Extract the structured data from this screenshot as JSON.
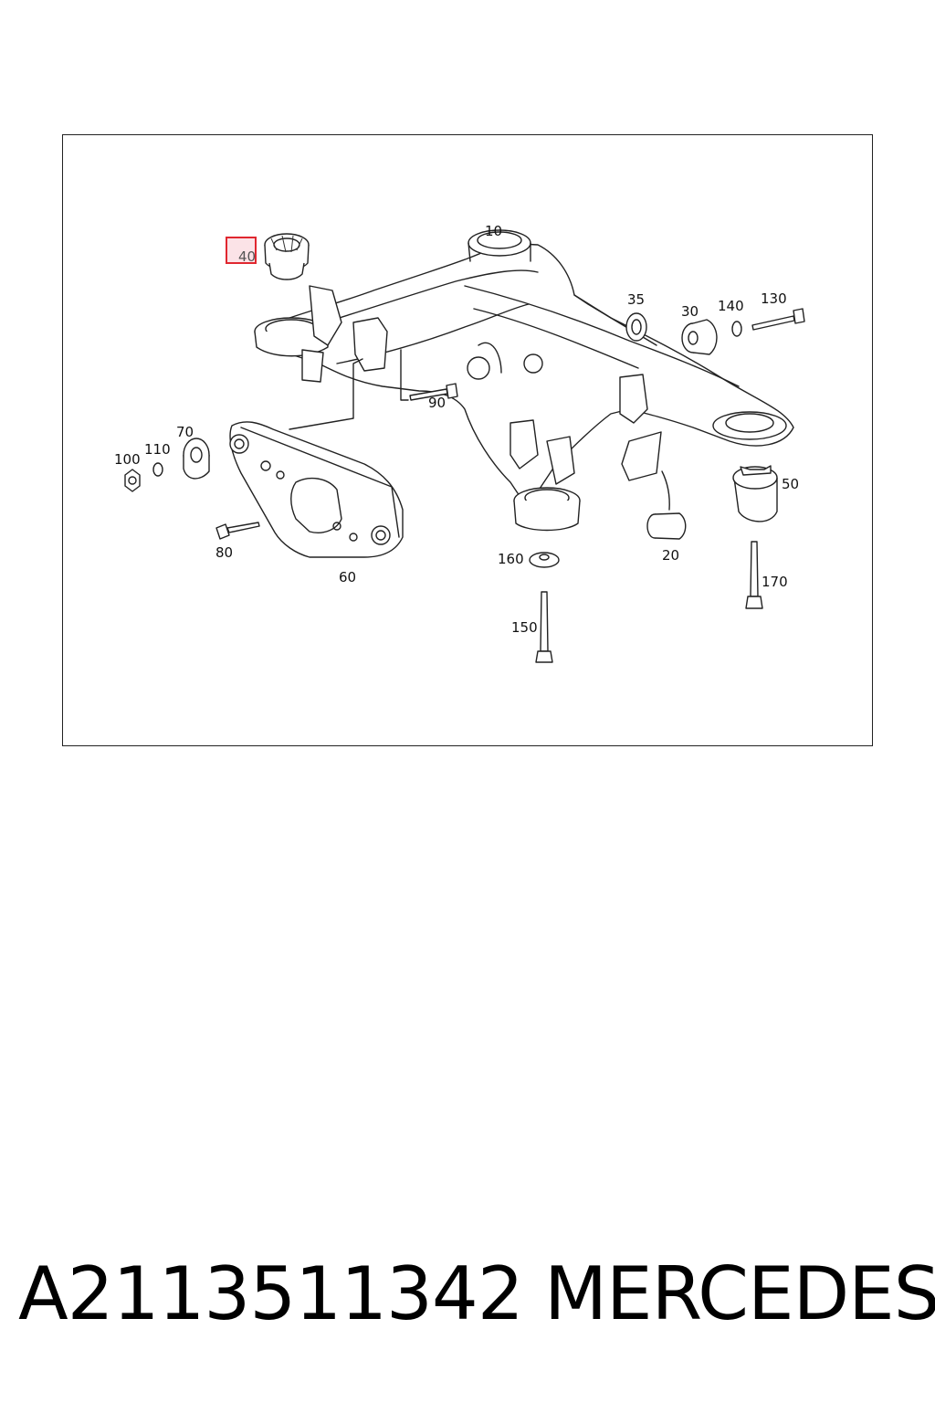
{
  "diagram": {
    "callouts": [
      {
        "id": "10",
        "label": "10"
      },
      {
        "id": "20",
        "label": "20"
      },
      {
        "id": "30",
        "label": "30"
      },
      {
        "id": "35",
        "label": "35"
      },
      {
        "id": "40",
        "label": "40"
      },
      {
        "id": "50",
        "label": "50"
      },
      {
        "id": "60",
        "label": "60"
      },
      {
        "id": "70",
        "label": "70"
      },
      {
        "id": "80",
        "label": "80"
      },
      {
        "id": "90",
        "label": "90"
      },
      {
        "id": "100",
        "label": "100"
      },
      {
        "id": "110",
        "label": "110"
      },
      {
        "id": "130",
        "label": "130"
      },
      {
        "id": "140",
        "label": "140"
      },
      {
        "id": "150",
        "label": "150"
      },
      {
        "id": "160",
        "label": "160"
      },
      {
        "id": "170",
        "label": "170"
      }
    ],
    "highlighted_part": "40",
    "highlight_color": "#e0272f"
  },
  "caption": {
    "part_number": "A2113511342",
    "brand": "MERCEDES"
  }
}
